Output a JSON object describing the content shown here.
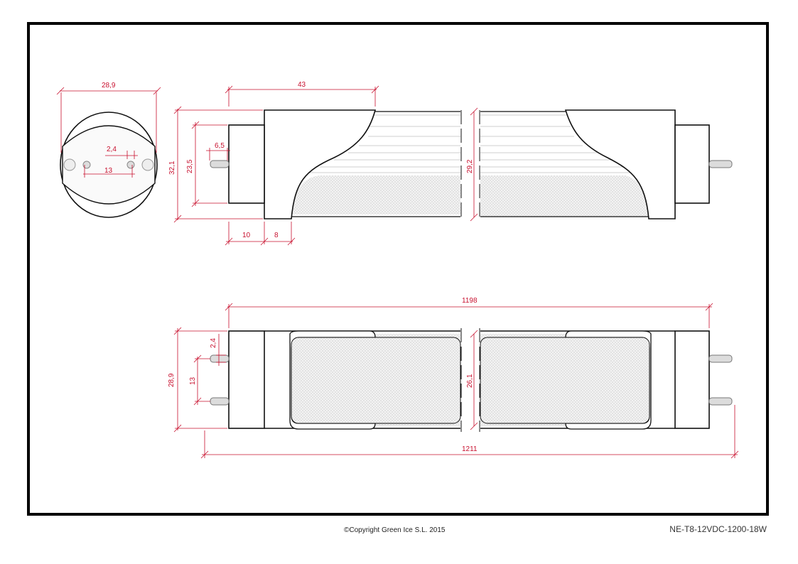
{
  "end_view": {
    "width": "28,9",
    "pin_spacing": "13",
    "pin_diameter": "2,4"
  },
  "side_view": {
    "cap_length": "43",
    "pin_length": "6,5",
    "cap_height": "32,1",
    "inner_height": "23,5",
    "segment_a": "10",
    "segment_b": "8",
    "tube_diameter": "29,2"
  },
  "top_view": {
    "body_length": "1198",
    "overall_length": "1211",
    "pin_diameter": "2,4",
    "pin_spacing": "13",
    "cap_width": "28,9",
    "lens_width": "26,1"
  },
  "footer": {
    "copyright": "©Copyright Green Ice S.L. 2015",
    "model": "NE-T8-12VDC-1200-18W"
  }
}
